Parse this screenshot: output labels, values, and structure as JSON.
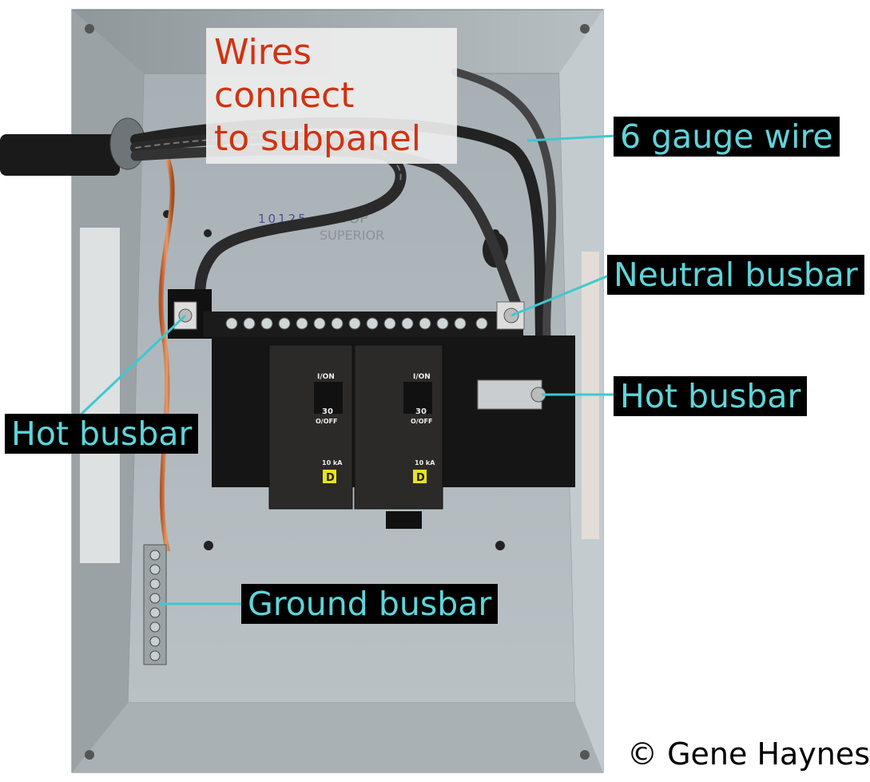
{
  "labels": {
    "wires_connect": [
      "Wires connect",
      "to subpanel"
    ],
    "six_gauge_wire": "6 gauge wire",
    "neutral_busbar": "Neutral busbar",
    "hot_busbar_right": "Hot busbar",
    "hot_busbar_left": "Hot busbar",
    "ground_busbar": "Ground busbar"
  },
  "credit": "© Gene Haynes",
  "panel_marks": {
    "part_number": "10125",
    "top": "TOP",
    "superior": "SUPERIOR"
  },
  "breakers": [
    {
      "on": "I/ON",
      "amps": "30",
      "off": "O/OFF",
      "rating": "10 kA",
      "logo": "D"
    },
    {
      "on": "I/ON",
      "amps": "30",
      "off": "O/OFF",
      "rating": "10 kA",
      "logo": "D"
    }
  ],
  "colors": {
    "label_bg": "#000000",
    "label_text": "#5fd4d9",
    "title_text": "#d2320f",
    "leader": "#3fc8cf"
  }
}
